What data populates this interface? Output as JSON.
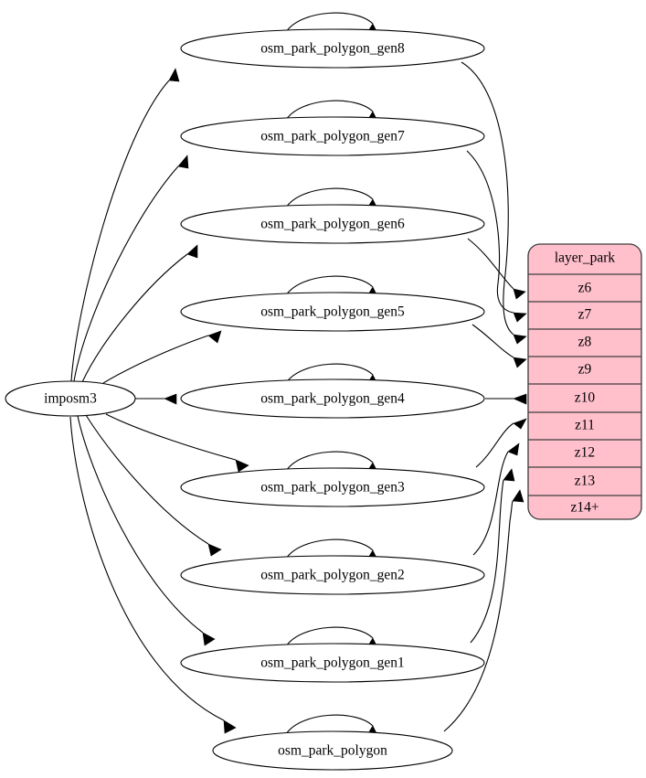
{
  "diagram": {
    "type": "graph",
    "title": "",
    "background_color": "#ffffff",
    "source_node": {
      "label": "imposm3",
      "shape": "ellipse",
      "fill": "#ffffff"
    },
    "process_nodes": [
      {
        "label": "osm_park_polygon_gen8",
        "self_loop": true,
        "target_row": "z8"
      },
      {
        "label": "osm_park_polygon_gen7",
        "self_loop": true,
        "target_row": "z7"
      },
      {
        "label": "osm_park_polygon_gen6",
        "self_loop": true,
        "target_row": "z6"
      },
      {
        "label": "osm_park_polygon_gen5",
        "self_loop": true,
        "target_row": "z9"
      },
      {
        "label": "osm_park_polygon_gen4",
        "self_loop": true,
        "target_row": "z10"
      },
      {
        "label": "osm_park_polygon_gen3",
        "self_loop": true,
        "target_row": "z11"
      },
      {
        "label": "osm_park_polygon_gen2",
        "self_loop": true,
        "target_row": "z12"
      },
      {
        "label": "osm_park_polygon_gen1",
        "self_loop": true,
        "target_row": "z13"
      },
      {
        "label": "osm_park_polygon",
        "self_loop": true,
        "target_row": "z14+"
      }
    ],
    "layer_table": {
      "header": "layer_park",
      "fill": "#ffc0cb",
      "border": "#3d3d3d",
      "rows": [
        "z6",
        "z7",
        "z8",
        "z9",
        "z10",
        "z11",
        "z12",
        "z13",
        "z14+"
      ]
    }
  }
}
